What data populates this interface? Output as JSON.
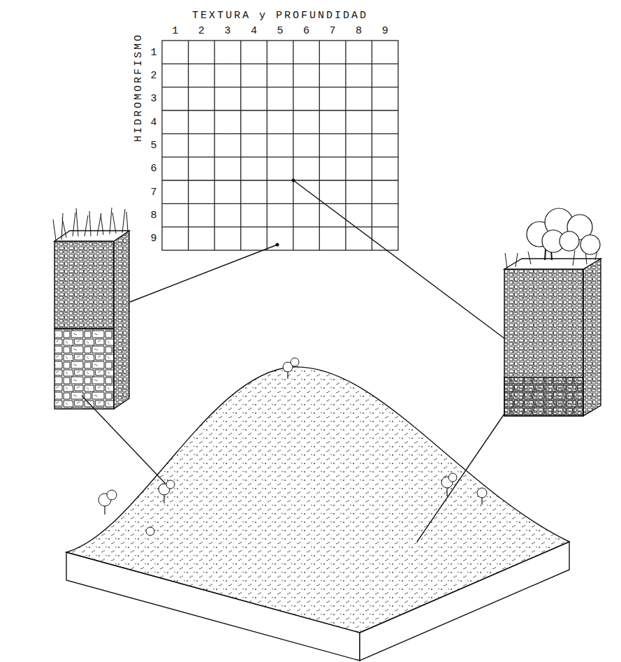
{
  "diagram": {
    "labels": [
      "TEXTURA y PROFUNDIDAD",
      "1",
      "2",
      "3",
      "4",
      "5",
      "6",
      "7",
      "8",
      "9",
      "HIDROMORFISMO",
      "1",
      "2",
      "3",
      "4",
      "5",
      "6",
      "7",
      "8",
      "9"
    ]
  }
}
